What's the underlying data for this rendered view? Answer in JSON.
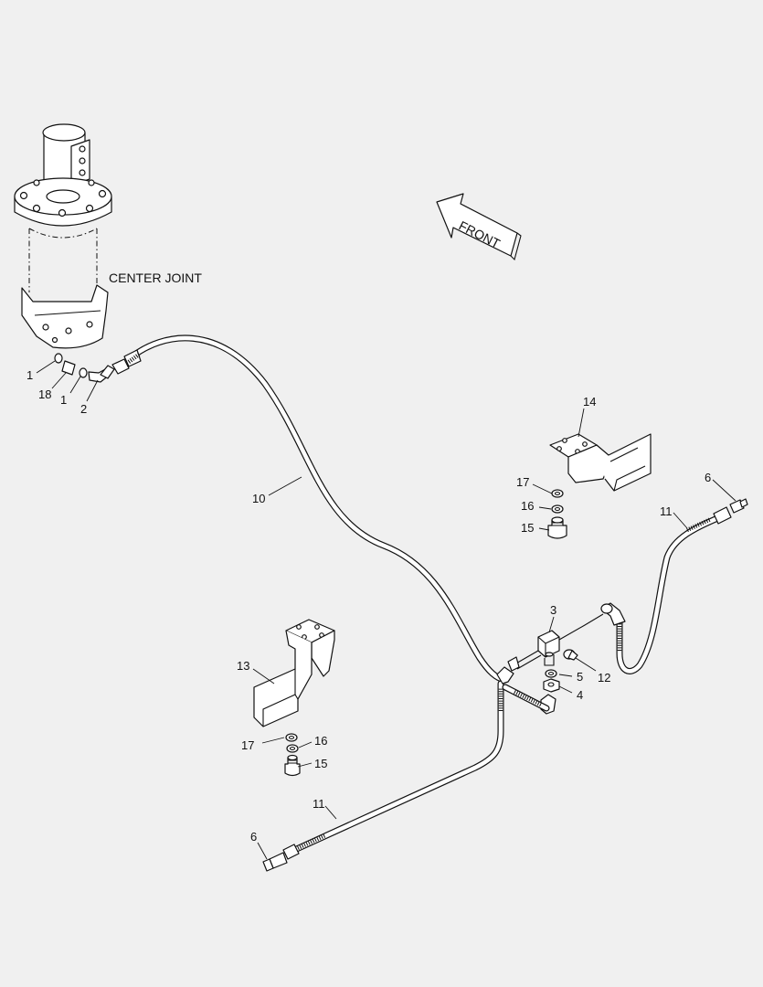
{
  "labels": {
    "center_joint": "CENTER JOINT",
    "front": "FRONT",
    "n1a": "1",
    "n18": "18",
    "n1b": "1",
    "n2": "2",
    "n10": "10",
    "n14": "14",
    "n17a": "17",
    "n16a": "16",
    "n15a": "15",
    "n6a": "6",
    "n11a": "11",
    "n3": "3",
    "n12": "12",
    "n5": "5",
    "n4": "4",
    "n13": "13",
    "n17b": "17",
    "n16b": "16",
    "n15b": "15",
    "n11b": "11",
    "n6b": "6"
  }
}
